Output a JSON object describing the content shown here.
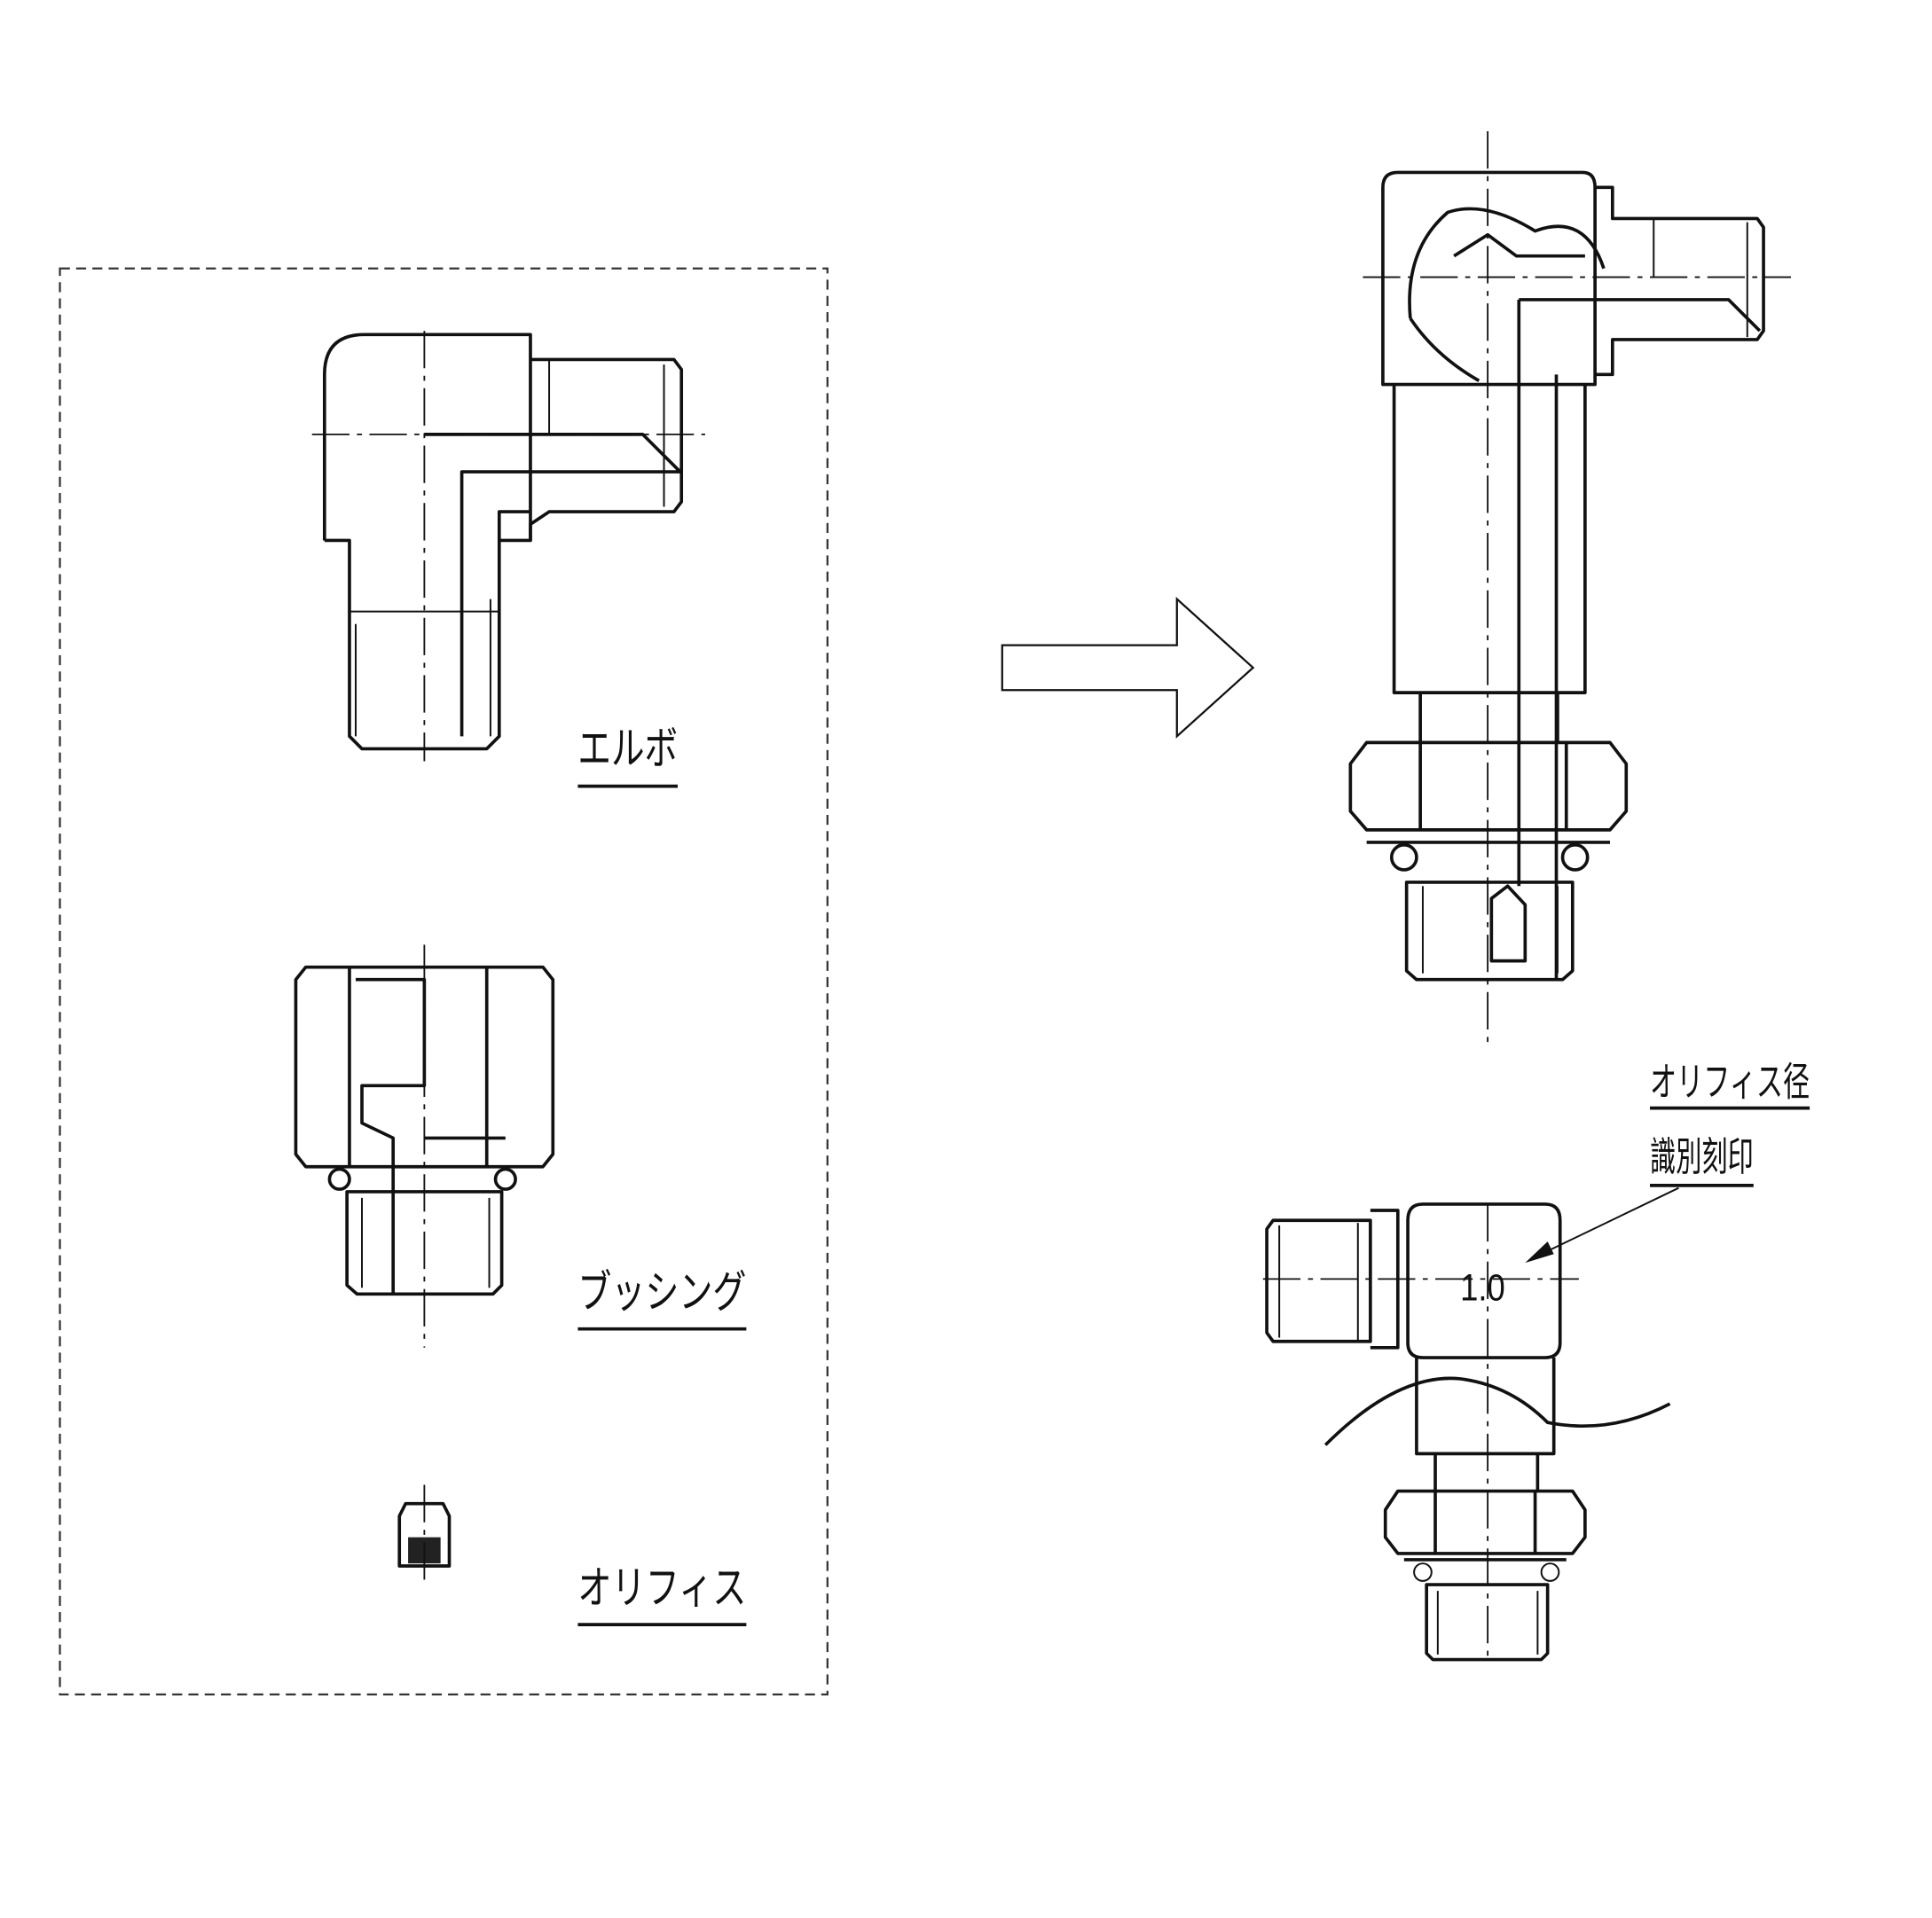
{
  "parts": {
    "elbow_label": "エルボ",
    "bushing_label": "ブッシング",
    "orifice_label": "オリフィス"
  },
  "assembled": {
    "orifice_diameter_label": "オリフィス径",
    "marking_label": "識別刻印",
    "marking_value": "1.0"
  },
  "colors": {
    "line": "#111111",
    "background": "#ffffff"
  }
}
